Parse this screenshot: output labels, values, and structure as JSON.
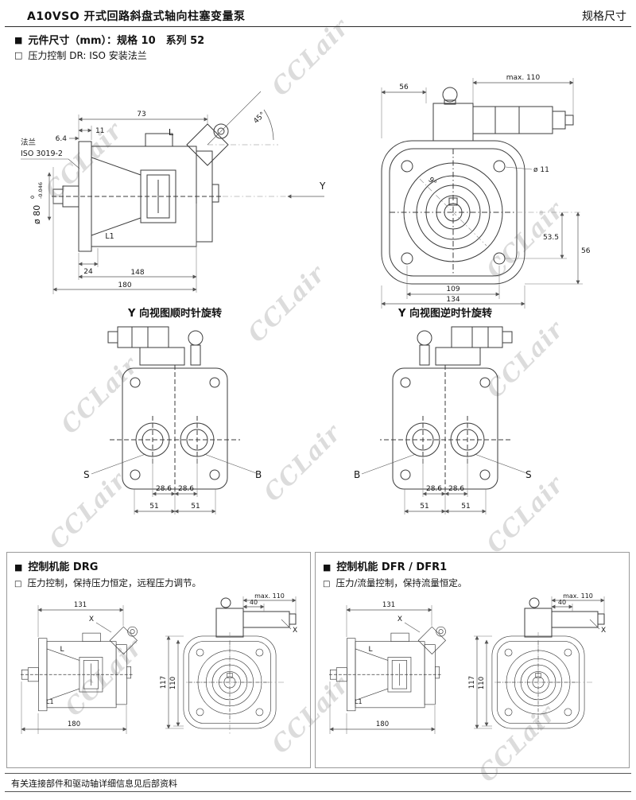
{
  "page": {
    "title_left": "A10VSO 开式回路斜盘式轴向柱塞变量泵",
    "title_right": "规格尺寸",
    "bullet_filled": "■",
    "bullet_open": "□",
    "line1": "元件尺寸（mm）：规格 10　系列 52",
    "line2": "压力控制 DR: ISO 安装法兰",
    "footer": "有关连接部件和驱动轴详细信息见后部资料",
    "watermark": "CCLair"
  },
  "side_view": {
    "flange_label_1": "法兰",
    "flange_label_2": "ISO 3019-2",
    "dim_73": "73",
    "dim_11": "11",
    "dim_6_4": "6.4",
    "label_L": "L",
    "label_L1": "L1",
    "angle_45": "45°",
    "label_Y": "Y",
    "dia_80": "ø 80",
    "tol_upper": "0",
    "tol_lower": "-0.046",
    "dim_24": "24",
    "dim_148": "148",
    "dim_180": "180"
  },
  "front_view": {
    "dim_max110": "max. 110",
    "dim_56_top": "56",
    "angle_9": "9°",
    "dia_11": "ø 11",
    "dim_53_5": "53.5",
    "dim_56_right": "56",
    "dim_109": "109",
    "dim_134": "134"
  },
  "view_cw": {
    "title": "Y 向视图顺时针旋转",
    "port_left": "S",
    "port_right": "B",
    "dim_28_6_a": "28.6",
    "dim_28_6_b": "28.6",
    "dim_51_a": "51",
    "dim_51_b": "51"
  },
  "view_ccw": {
    "title": "Y 向视图逆时针旋转",
    "port_left": "B",
    "port_right": "S",
    "dim_28_6_a": "28.6",
    "dim_28_6_b": "28.6",
    "dim_51_a": "51",
    "dim_51_b": "51"
  },
  "panel_drg": {
    "title": "控制机能 DRG",
    "desc": "压力控制，保持压力恒定，远程压力调节。",
    "dim_131": "131",
    "label_X1": "X",
    "label_L": "L",
    "label_L1": "L1",
    "dim_180": "180",
    "dim_max110": "max. 110",
    "dim_40": "40",
    "label_X2": "X",
    "dim_110": "110",
    "dim_117": "117"
  },
  "panel_dfr": {
    "title": "控制机能 DFR / DFR1",
    "desc": "压力/流量控制，保持流量恒定。",
    "dim_131": "131",
    "label_X1": "X",
    "label_L": "L",
    "label_L1": "L1",
    "dim_180": "180",
    "dim_max110": "max. 110",
    "dim_40": "40",
    "label_X2": "X",
    "dim_110": "110",
    "dim_117": "117"
  }
}
